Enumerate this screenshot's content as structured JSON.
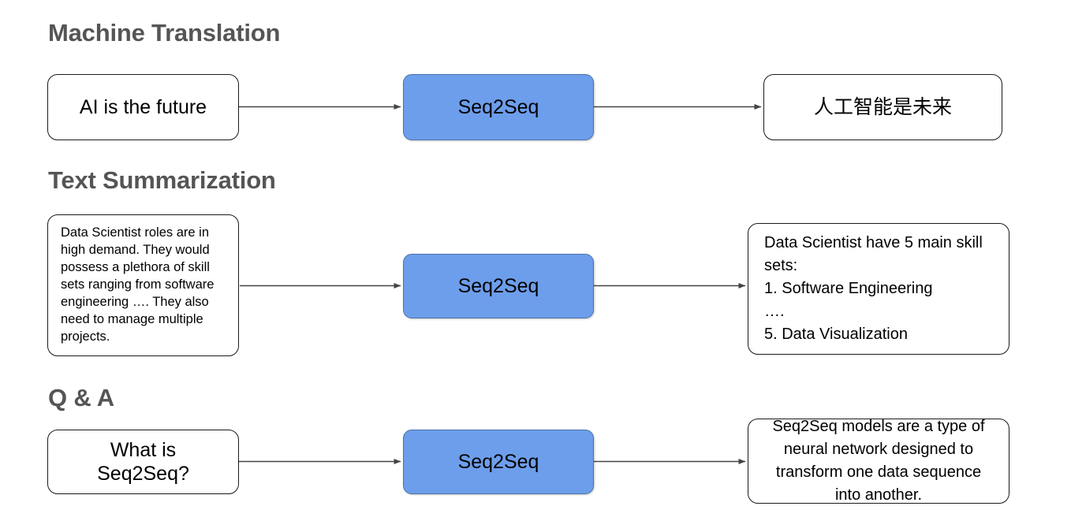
{
  "page": {
    "background": "#ffffff",
    "heading_color": "#555555",
    "model_box_color": "#6d9eeb",
    "border_color": "#1a1a1a",
    "arrow_color": "#444444"
  },
  "sections": [
    {
      "id": "machine-translation",
      "title": "Machine Translation",
      "input": "AI is the future",
      "model": "Seq2Seq",
      "output": "人工智能是未来"
    },
    {
      "id": "text-summarization",
      "title": "Text Summarization",
      "input": "Data Scientist roles are in high demand. They would possess a plethora of skill sets ranging from software engineering …. They also need to manage multiple projects.",
      "model": "Seq2Seq",
      "output": "Data Scientist have 5 main skill sets:\n1. Software Engineering\n….\n5. Data Visualization"
    },
    {
      "id": "q-and-a",
      "title": "Q & A",
      "input": "What is\nSeq2Seq?",
      "model": "Seq2Seq",
      "output": "Seq2Seq models are a type of neural network designed to transform one data sequence into another."
    }
  ]
}
